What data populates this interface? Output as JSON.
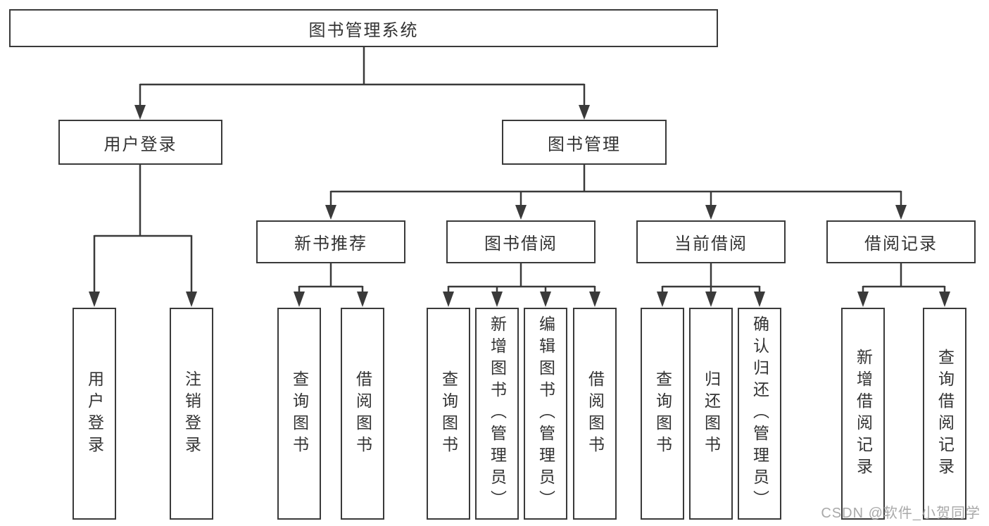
{
  "diagram": {
    "root": {
      "label": "图书管理系统"
    },
    "branches": [
      {
        "label": "用户登录",
        "children": [
          {
            "label": "用户登录"
          },
          {
            "label": "注销登录"
          }
        ]
      },
      {
        "label": "图书管理",
        "children": [
          {
            "label": "新书推荐",
            "children": [
              {
                "label": "查询图书"
              },
              {
                "label": "借阅图书"
              }
            ]
          },
          {
            "label": "图书借阅",
            "children": [
              {
                "label": "查询图书"
              },
              {
                "label": "新增图书（管理员）"
              },
              {
                "label": "编辑图书（管理员）"
              },
              {
                "label": "借阅图书"
              }
            ]
          },
          {
            "label": "当前借阅",
            "children": [
              {
                "label": "查询图书"
              },
              {
                "label": "归还图书"
              },
              {
                "label": "确认归还（管理员）"
              }
            ]
          },
          {
            "label": "借阅记录",
            "children": [
              {
                "label": "新增借阅记录"
              },
              {
                "label": "查询借阅记录"
              }
            ]
          }
        ]
      }
    ]
  },
  "watermark": {
    "text": "CSDN @软件_小贺同学"
  },
  "colors": {
    "line": "#3a3a3a",
    "text": "#333333",
    "watermark": "#a9a9a9",
    "background": "#ffffff"
  }
}
